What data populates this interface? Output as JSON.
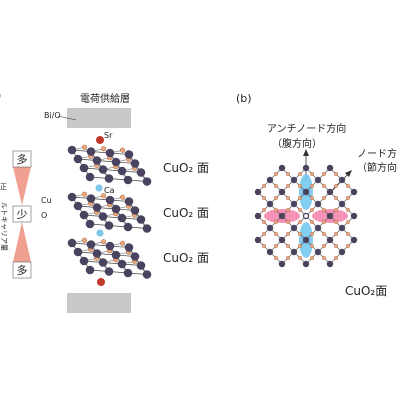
{
  "panel_a": {
    "top_layer_label": "電荷供給層",
    "bio_label": "Bi/O",
    "sr_label": "Sr",
    "ca_label": "Ca",
    "cu_label": "Cu",
    "o_label": "O",
    "plane_labels": [
      "CuO₂ 面",
      "CuO₂ 面",
      "CuO₂ 面"
    ],
    "hole_amount": {
      "top": "多",
      "middle": "少",
      "bottom": "多"
    },
    "vertical_caption": "ルトキャリア量",
    "vertical_caption_extra": "正"
  },
  "panel_b": {
    "label": "(b)",
    "antinode_line1": "アンチノード方向",
    "antinode_line2": "（腹方向）",
    "node_line1": "ノード方",
    "node_line2": "（節方向",
    "plane_label": "CuO₂面"
  },
  "colors": {
    "cu_atom": "#4a4360",
    "o_atom_fill": "#f3a77a",
    "sr_atom": "#c0392b",
    "ca_atom": "#7fc8ea",
    "lobe_blue": "#6ec6ee",
    "lobe_pink": "#f06fa0",
    "arrow_pink": "#f0a090",
    "slab_gray": "#c8c8c8"
  }
}
